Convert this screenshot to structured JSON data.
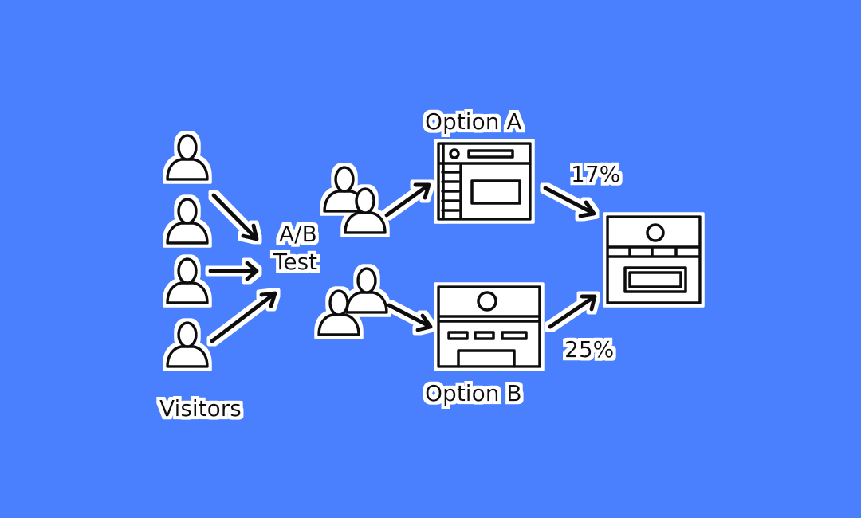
{
  "labels": {
    "visitors": "Visitors",
    "ab_line1": "A/B",
    "ab_line2": "Test",
    "option_a": "Option A",
    "option_b": "Option B",
    "rate_a": "17%",
    "rate_b": "25%"
  },
  "colors": {
    "background": "#4a7ffd",
    "ink": "#111111",
    "outline": "#ffffff"
  }
}
